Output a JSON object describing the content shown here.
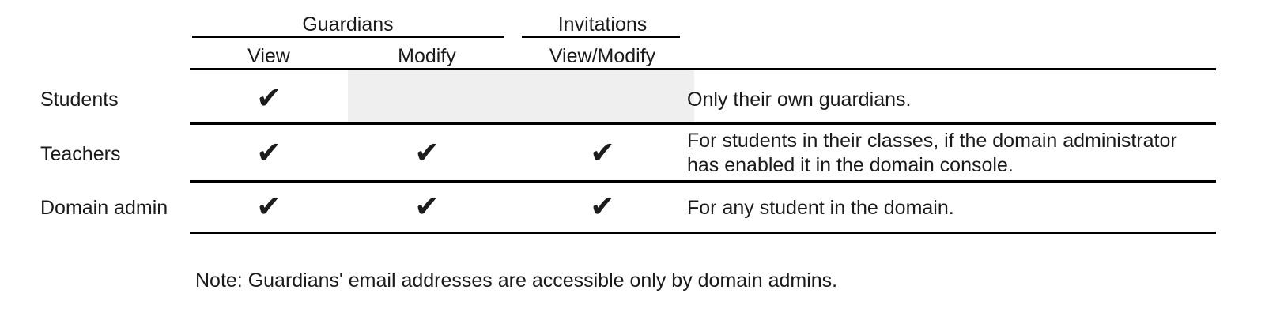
{
  "table": {
    "column_groups": [
      {
        "label": "Guardians",
        "span": [
          "View",
          "Modify"
        ]
      },
      {
        "label": "Invitations",
        "span": [
          "View/Modify"
        ]
      }
    ],
    "columns": [
      {
        "key": "role",
        "label": ""
      },
      {
        "key": "view",
        "label": "View"
      },
      {
        "key": "modify",
        "label": "Modify"
      },
      {
        "key": "viewmodify",
        "label": "View/Modify"
      },
      {
        "key": "description",
        "label": ""
      }
    ],
    "check_glyph": "✔",
    "rows": [
      {
        "role": "Students",
        "view": "✔",
        "modify": "",
        "modify_state": "disabled",
        "viewmodify": "",
        "viewmodify_state": "disabled",
        "description": "Only their own guardians."
      },
      {
        "role": "Teachers",
        "view": "✔",
        "modify": "✔",
        "viewmodify": "✔",
        "description": "For students in their classes, if the domain administrator has enabled it in the domain console."
      },
      {
        "role": "Domain admin",
        "view": "✔",
        "modify": "✔",
        "viewmodify": "✔",
        "description": "For any student in the domain."
      }
    ],
    "note": "Note: Guardians' email addresses are accessible only by domain admins."
  },
  "colors": {
    "text": "#1a1a1a",
    "rule": "#000000",
    "disabled_cell": "#efefef",
    "background": "#ffffff"
  }
}
